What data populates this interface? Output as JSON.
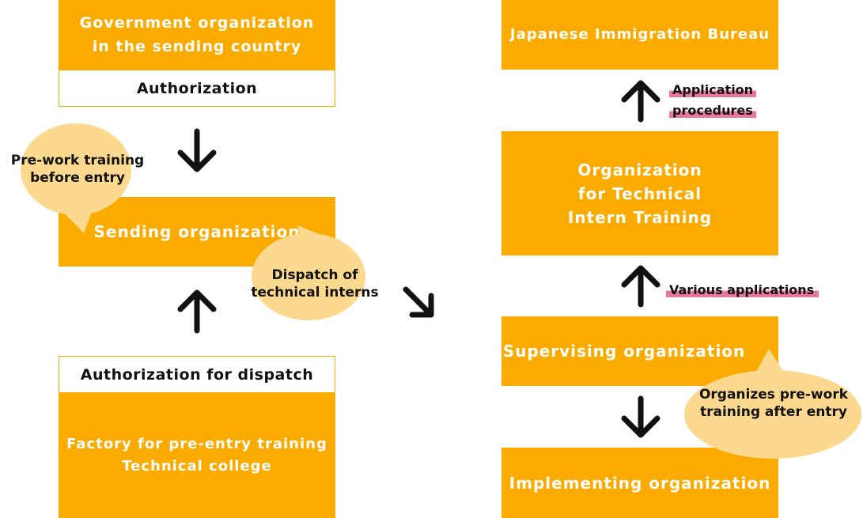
{
  "left": {
    "government": {
      "line1": "Government organization",
      "line2": "in the sending country"
    },
    "authorization": "Authorization",
    "sending": "Sending organization",
    "authorization_dispatch": "Authorization for dispatch",
    "factory": {
      "line1": "Factory for pre-entry training",
      "line2": "Technical college"
    }
  },
  "right": {
    "immigration": "Japanese Immigration Bureau",
    "otit": {
      "line1": "Organization",
      "line2": "for Technical",
      "line3": "Intern Training"
    },
    "supervising": "Supervising organization",
    "implementing": "Implementing organization"
  },
  "bubbles": {
    "pre_work": {
      "line1": "Pre-work training",
      "line2": "before entry"
    },
    "dispatch": {
      "line1": "Dispatch of",
      "line2": "technical interns"
    },
    "organizes": {
      "line1": "Organizes pre-work",
      "line2": "training after entry"
    }
  },
  "tags": {
    "application_1": "Application",
    "application_2": "procedures",
    "various": "Various applications"
  },
  "colors": {
    "box": "#fbab00",
    "bubble": "#fcd98f",
    "highlight": "#e8789a",
    "arrow": "#111111"
  }
}
